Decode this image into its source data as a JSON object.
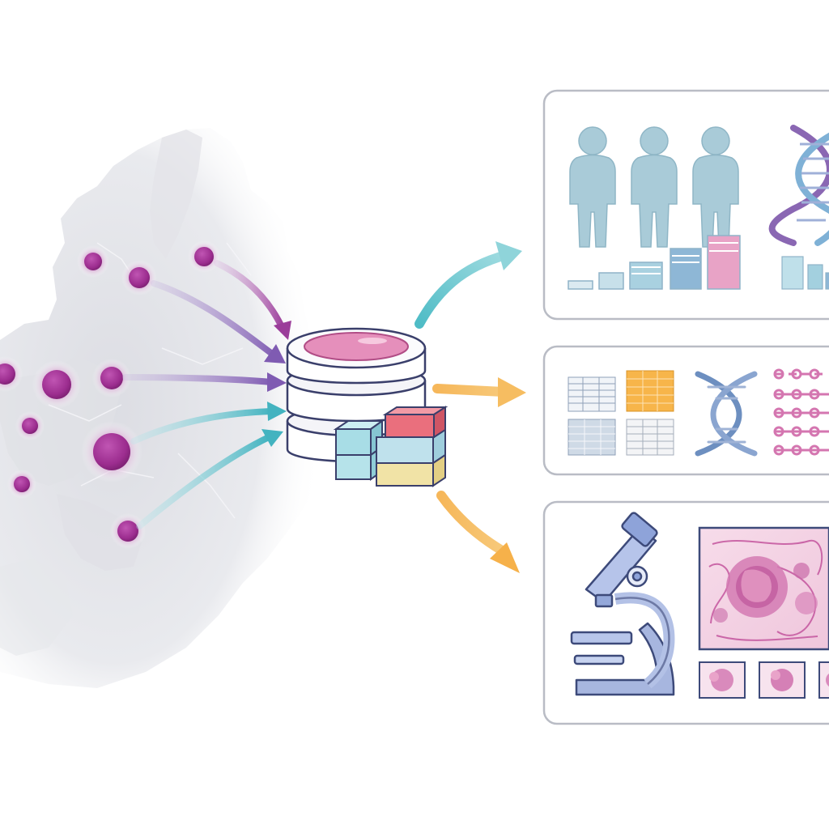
{
  "figure": {
    "sources": [
      {
        "id": "site-1"
      },
      {
        "id": "site-2"
      },
      {
        "id": "site-3"
      },
      {
        "id": "site-4"
      },
      {
        "id": "site-5"
      },
      {
        "id": "site-6"
      },
      {
        "id": "site-7"
      },
      {
        "id": "site-8"
      },
      {
        "id": "site-9"
      },
      {
        "id": "site-10"
      }
    ],
    "hub": {
      "icon": "database-icon",
      "modules": 5
    },
    "outputs": [
      {
        "id": "population-panel",
        "icons": [
          "person-icon",
          "person-icon",
          "person-icon",
          "dna-icon",
          "bar-chart-icon"
        ]
      },
      {
        "id": "genomic-panel",
        "icons": [
          "table-icon",
          "dna-icon",
          "molecule-chain-icon"
        ]
      },
      {
        "id": "pathology-panel",
        "icons": [
          "microscope-icon",
          "tissue-slide-icon"
        ],
        "thumbnails": 3
      }
    ],
    "colors": {
      "source_dot": "#9c2d8f",
      "arrow_purple": "#8e6cbb",
      "arrow_teal": "#4fbcc6",
      "arrow_orange": "#f0a43c",
      "panel_border": "#b9bcc5",
      "hub_pink": "#e58fbb",
      "silhouette": "#a9cbd8",
      "dna_purple": "#8a67b3",
      "tissue_pink": "#d476b0"
    }
  }
}
